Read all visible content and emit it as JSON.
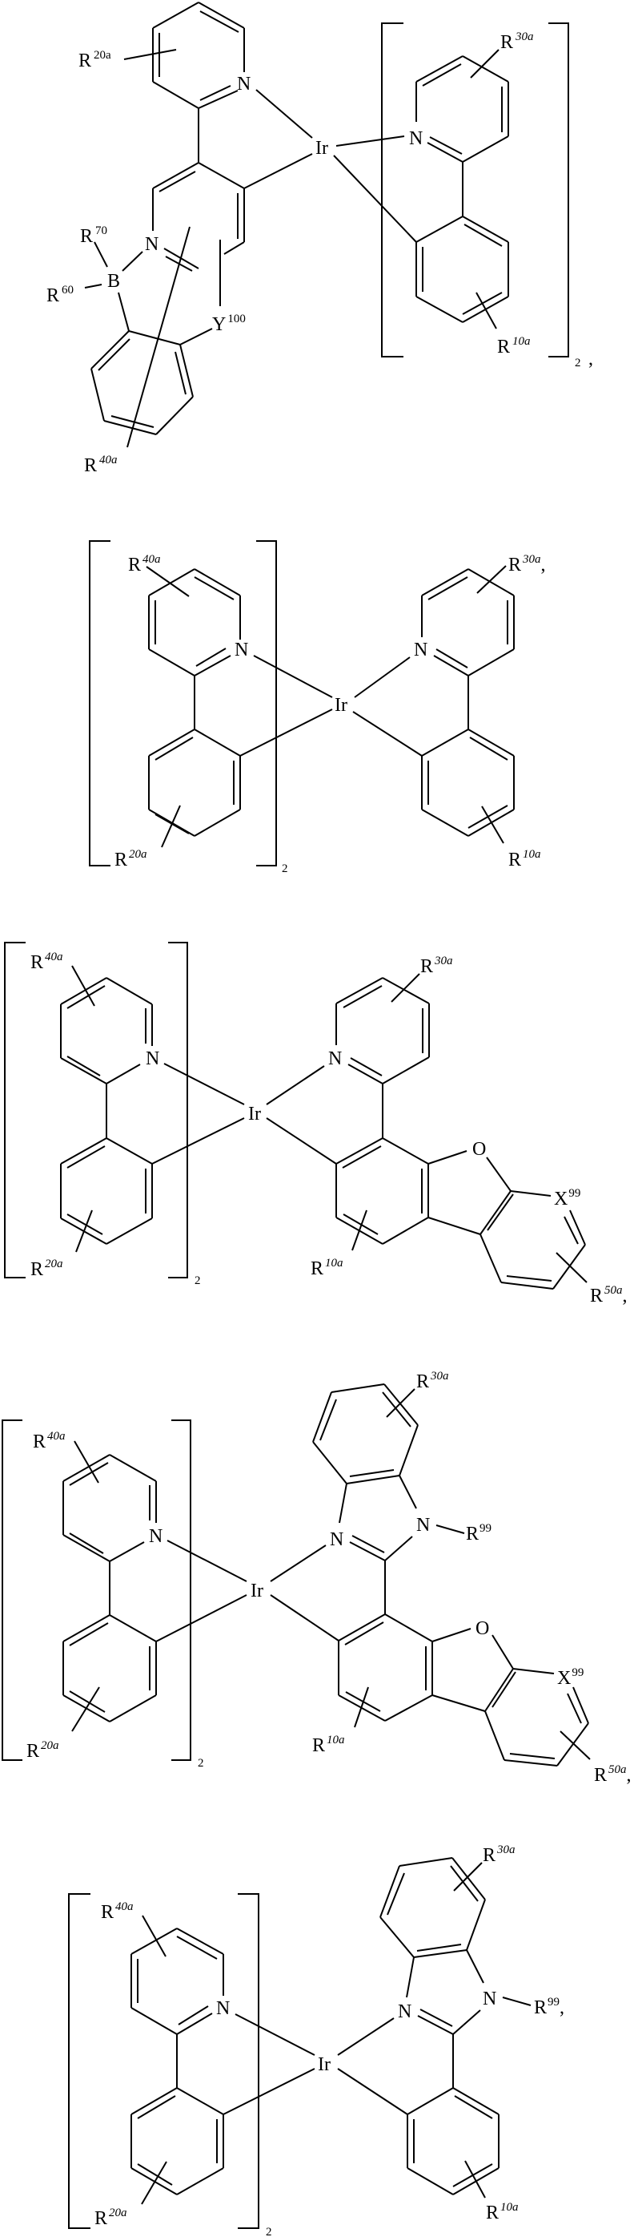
{
  "figure": {
    "type": "chemical-structures",
    "background": "#ffffff",
    "ink": "#000000",
    "structures": [
      {
        "id": 1,
        "metal": "Ir",
        "labels": {
          "metal": "Ir",
          "r20": "R",
          "r20_sup": "20a",
          "r70": "R",
          "r70_sup": "70",
          "r60": "R",
          "r60_sup": "60",
          "boron": "B",
          "n_top": "N",
          "n_mid": "N",
          "y": "Y",
          "y_sup": "100",
          "r40": "R",
          "r40_sup": "40a",
          "n_right": "N",
          "r30": "R",
          "r30_sup": "30a",
          "r10": "R",
          "r10_sup": "10a",
          "subscript": "2",
          "trailing": ","
        }
      },
      {
        "id": 2,
        "metal": "Ir",
        "labels": {
          "metal": "Ir",
          "r40": "R",
          "r40_sup": "40a",
          "r20": "R",
          "r20_sup": "20a",
          "n_left": "N",
          "subscript": "2",
          "n_right": "N",
          "r30": "R",
          "r30_sup": "30a",
          "trailing": ",",
          "r10": "R",
          "r10_sup": "10a"
        }
      },
      {
        "id": 3,
        "metal": "Ir",
        "labels": {
          "metal": "Ir",
          "r40": "R",
          "r40_sup": "40a",
          "r20": "R",
          "r20_sup": "20a",
          "n_left": "N",
          "subscript": "2",
          "n_right": "N",
          "r30": "R",
          "r30_sup": "30a",
          "r10": "R",
          "r10_sup": "10a",
          "oxygen": "O",
          "x": "X",
          "x_sup": "99",
          "r50": "R",
          "r50_sup": "50a",
          "trailing": ","
        }
      },
      {
        "id": 4,
        "metal": "Ir",
        "labels": {
          "metal": "Ir",
          "r40": "R",
          "r40_sup": "40a",
          "r20": "R",
          "r20_sup": "20a",
          "n_left": "N",
          "subscript": "2",
          "n3": "N",
          "n1": "N",
          "r99": "R",
          "r99_sup": "99",
          "r30": "R",
          "r30_sup": "30a",
          "r10": "R",
          "r10_sup": "10a",
          "oxygen": "O",
          "x": "X",
          "x_sup": "99",
          "r50": "R",
          "r50_sup": "50a",
          "trailing": ","
        }
      },
      {
        "id": 5,
        "metal": "Ir",
        "labels": {
          "metal": "Ir",
          "r40": "R",
          "r40_sup": "40a",
          "r20": "R",
          "r20_sup": "20a",
          "n_left": "N",
          "subscript": "2",
          "n3": "N",
          "n1": "N",
          "r99": "R",
          "r99_sup": "99",
          "trailing": ",",
          "r30": "R",
          "r30_sup": "30a",
          "r10": "R",
          "r10_sup": "10a"
        }
      }
    ]
  }
}
